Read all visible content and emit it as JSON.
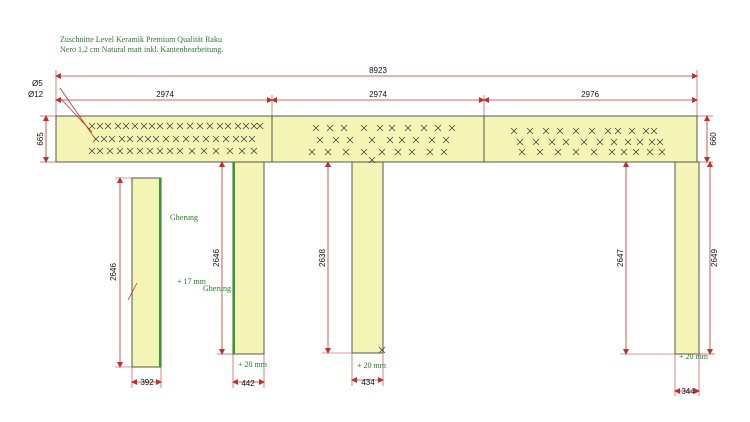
{
  "title": {
    "line1": "Zuschnitte Level Keramik Premium Qualität Raku",
    "line2": "Nero 1,2 cm Natural matt inkl. Kantenbearbeitung."
  },
  "colors": {
    "panel_fill": "#f4f5b4",
    "panel_stroke": "#555555",
    "dim_line": "#c0302a",
    "text_green": "#1f7a1f",
    "edge_green": "#2aa12a"
  },
  "dimensions": {
    "hole_small": "Ø5",
    "hole_large": "Ø12",
    "overall_length": "8923",
    "segment_1": "2974",
    "segment_2": "2974",
    "segment_3": "2976",
    "depth_left": "665",
    "depth_right": "660",
    "leg_1_height": "2646",
    "leg_1_width": "392",
    "leg_2_height": "2646",
    "leg_2_width": "442",
    "leg_3_height": "2638",
    "leg_3_width": "434",
    "leg_4_height": "2647",
    "leg_5_height": "2649",
    "leg_5_width": "344"
  },
  "notes": {
    "miter_1": "Gherung",
    "miter_2": "Gherung",
    "offset_17": "+ 17 mm",
    "offset_20_a": "+ 20 mm",
    "offset_20_b": "+ 20 mm",
    "offset_20_c": "+ 20 mm"
  }
}
